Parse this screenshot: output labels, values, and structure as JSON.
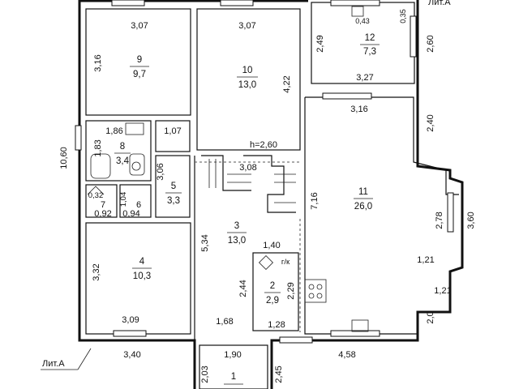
{
  "rooms": [
    {
      "id": "9",
      "number": "9",
      "area": "9,7"
    },
    {
      "id": "10",
      "number": "10",
      "area": "13,0"
    },
    {
      "id": "12",
      "number": "12",
      "area": "7,3"
    },
    {
      "id": "8",
      "number": "8",
      "area": "3,4"
    },
    {
      "id": "5",
      "number": "5",
      "area": "3,3"
    },
    {
      "id": "7",
      "number": "7",
      "area": "0,92"
    },
    {
      "id": "6",
      "number": "6",
      "area": "0,94"
    },
    {
      "id": "11",
      "number": "11",
      "area": "26,0"
    },
    {
      "id": "3",
      "number": "3",
      "area": "13,0"
    },
    {
      "id": "4",
      "number": "4",
      "area": "10,3"
    },
    {
      "id": "2",
      "number": "2",
      "area": "2,9"
    },
    {
      "id": "1",
      "number": "1",
      "area": ""
    }
  ],
  "dimensions": {
    "overall_height": "10,60",
    "r9_top": "3,07",
    "r9_side": "3,16",
    "r10_top": "3,07",
    "r10_side": "4,22",
    "r12_left": "2,49",
    "r12_right": "2,60",
    "r12_bottom": "3,27",
    "r12_small_a": "0,43",
    "r12_small_b": "0,35",
    "r8_top": "1,86",
    "r8_side": "1,83",
    "r8_right": "1,07",
    "r5_side": "3,06",
    "stair_width": "3,08",
    "ceiling_height": "h=2,60",
    "r7_width": "0,32",
    "r6_side": "1,04",
    "r11_top": "3,16",
    "r11_right_upper": "2,40",
    "r11_left": "7,16",
    "r11_bay_inner": "2,78",
    "r11_bay_outer": "3,60",
    "r11_bay_depth_a": "1,21",
    "r11_bay_depth_b": "1,21",
    "r11_lower_right": "2,0",
    "r3_side": "5,34",
    "r3_bottom": "1,40",
    "r4_side": "3,32",
    "r4_bottom": "3,09",
    "r2_left": "2,44",
    "r2_right": "2,29",
    "r2_bottom": "1,28",
    "r2_kitchen_tag": "г/к",
    "entry_left_width": "1,68",
    "outside_left": "3,40",
    "outside_right": "4,58",
    "r1_top": "1,90",
    "r1_left": "2,03",
    "r1_right": "2,45"
  },
  "annotations": {
    "liter": "Лит.А",
    "top_right_fragment": "Лит.А"
  }
}
